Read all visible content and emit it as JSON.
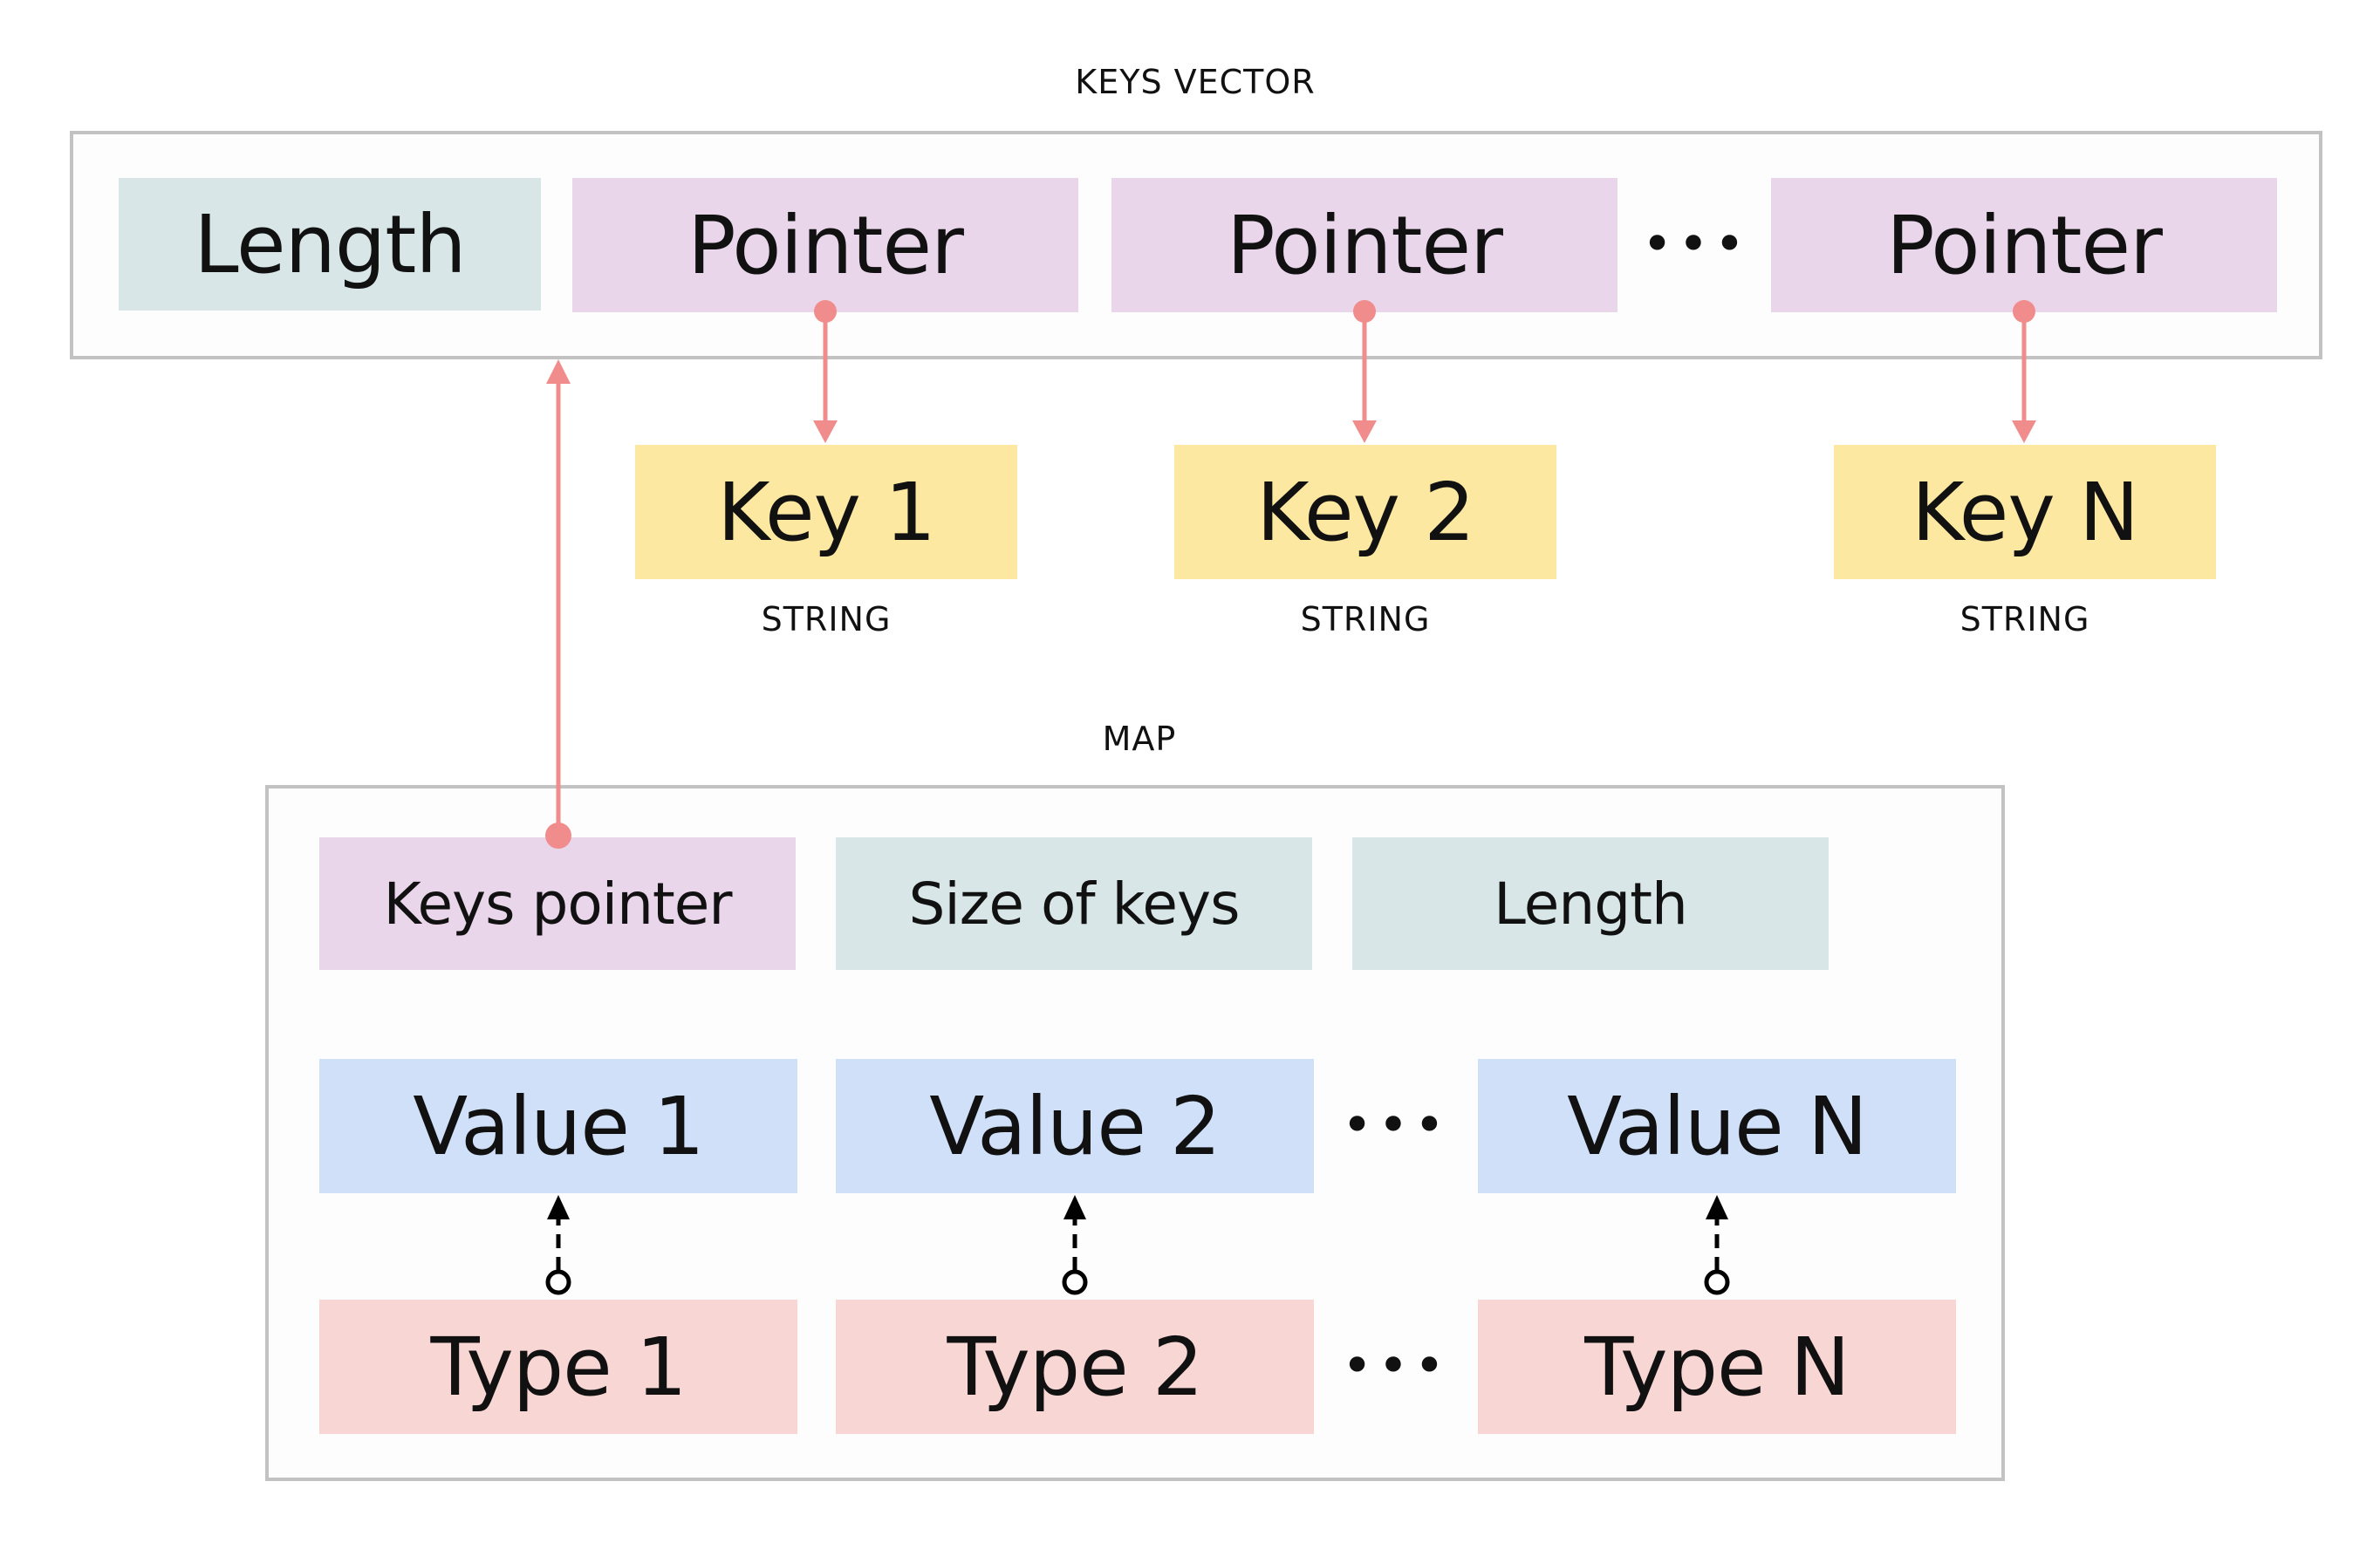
{
  "keys_vector": {
    "caption": "KEYS VECTOR",
    "length_label": "Length",
    "pointer_label": "Pointer",
    "ellipsis": "•••"
  },
  "keys": [
    {
      "label": "Key 1",
      "type": "STRING"
    },
    {
      "label": "Key 2",
      "type": "STRING"
    },
    {
      "label": "Key N",
      "type": "STRING"
    }
  ],
  "map": {
    "caption": "MAP",
    "keys_pointer_label": "Keys pointer",
    "size_of_keys_label": "Size of keys",
    "length_label": "Length",
    "values": [
      "Value 1",
      "Value 2",
      "Value N"
    ],
    "types": [
      "Type 1",
      "Type 2",
      "Type N"
    ],
    "ellipsis": "•••"
  },
  "colors": {
    "pointer_box": "#ead6ea",
    "length_box": "#d8e6e7",
    "key_box": "#fde8a2",
    "value_box": "#d0e0f9",
    "type_box": "#f8d6d4",
    "pointer_arrow": "#f08c8c",
    "type_arrow": "#000000"
  }
}
